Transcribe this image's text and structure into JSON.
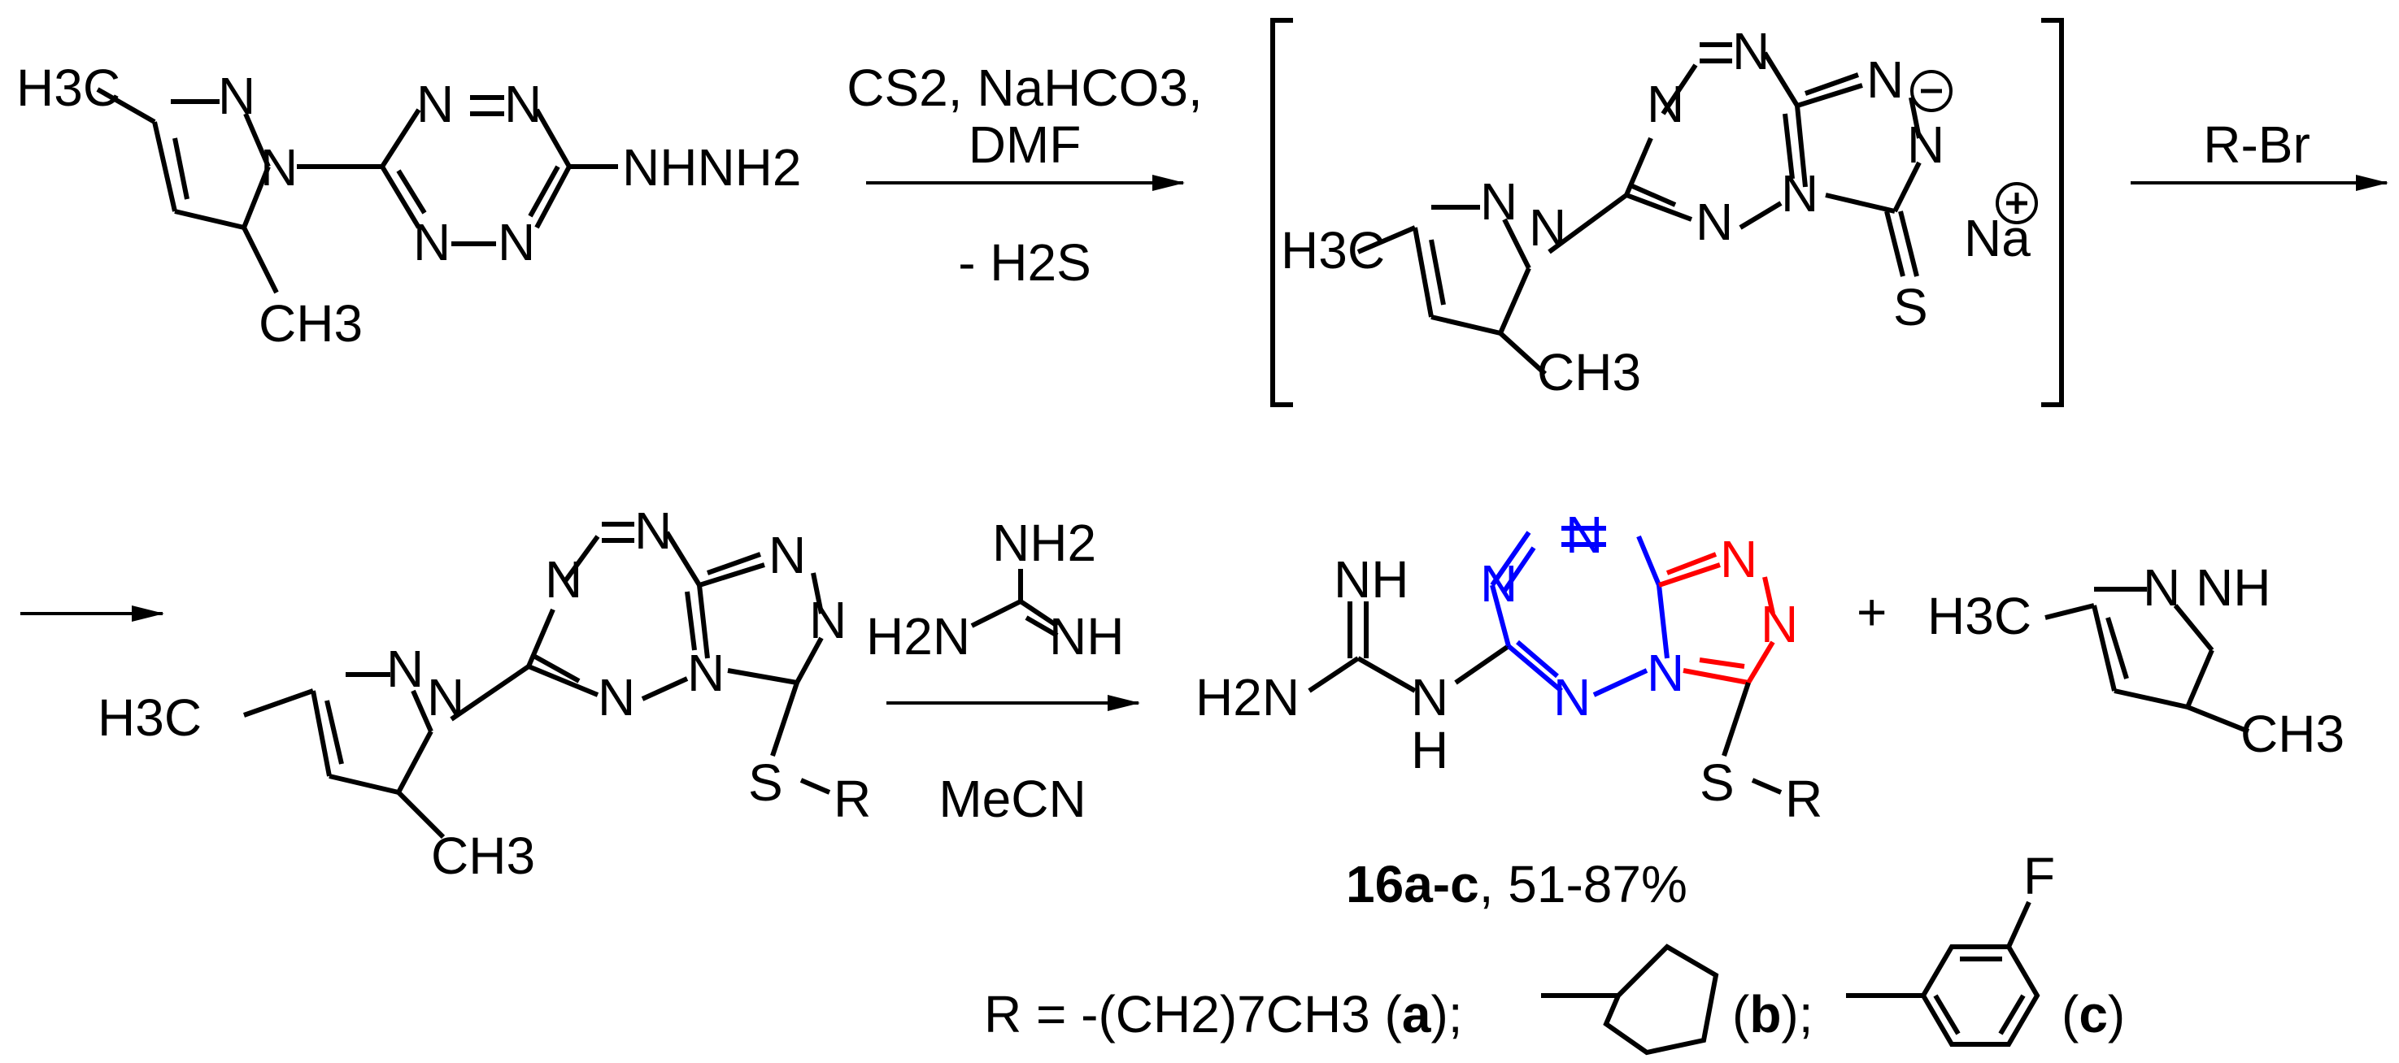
{
  "labels": {
    "h3c": "H3C",
    "ch3": "CH3",
    "n": "N",
    "nhnh2": "NHNH2",
    "s": "S",
    "na": "Na",
    "sr_s": "S",
    "sr_r": "R",
    "nh": "NH",
    "nh2": "NH2",
    "h2n": "H2N",
    "h": "H",
    "plus": "+",
    "f": "F"
  },
  "arrows": {
    "step1_above_1": "CS2, NaHCO3,",
    "step1_above_2": "DMF",
    "step1_below": "- H2S",
    "step2_above": "R-Br",
    "step3_reagent_nh2": "NH2",
    "step3_reagent_h2n": "H2N",
    "step3_reagent_nh": "NH",
    "step3_below": "MeCN"
  },
  "product": {
    "code": "16a-c",
    "yield": ", 51-87%"
  },
  "r_groups": {
    "prefix": "R = -(CH2)7CH3 (",
    "a": "a",
    "after_a": ");",
    "b_open": "(",
    "b": "b",
    "b_close": ");",
    "c_open": "(",
    "c": "c",
    "c_close": ")"
  },
  "colors": {
    "tetrazine_ring": "#0000ff",
    "triazole_ring": "#ff0000",
    "default": "#000000"
  }
}
